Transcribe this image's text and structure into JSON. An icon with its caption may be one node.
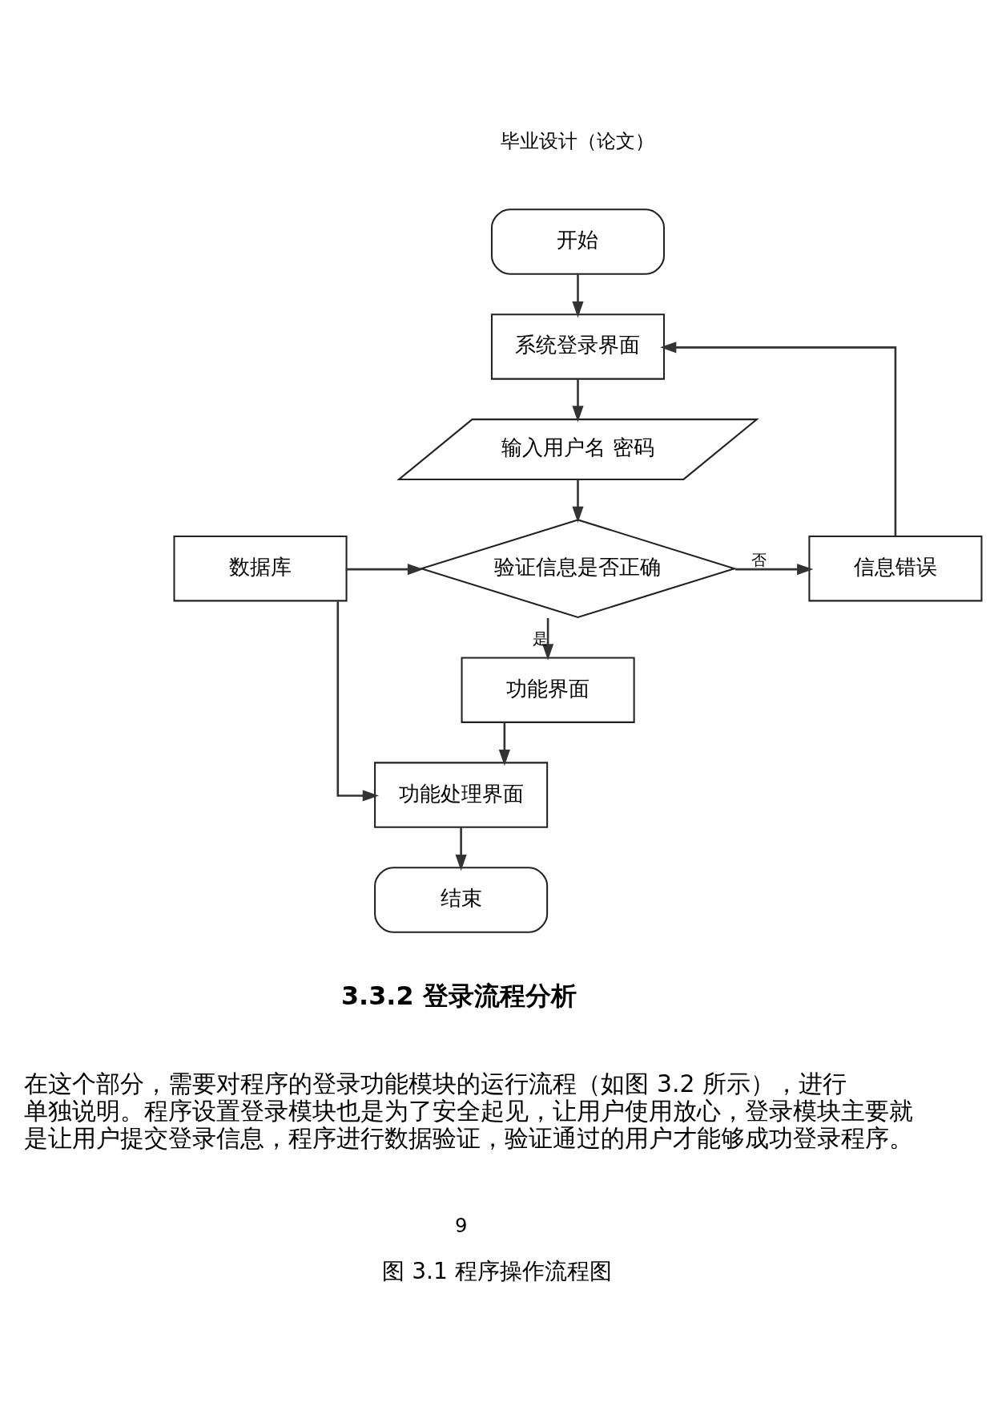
{
  "diagram": {
    "caption": "图 3.1 程序操作流程图",
    "nodes": [
      {
        "text": [
          "开始"
        ]
      },
      {
        "text": [
          "系统登录界面"
        ]
      },
      {
        "text": [
          "输入用户名 密码"
        ]
      },
      {
        "text": [
          "数据库"
        ]
      },
      {
        "text": [
          "验证信息是否正确"
        ]
      },
      {
        "text": [
          "信息错误"
        ]
      },
      {
        "text": [
          "功能界面"
        ]
      },
      {
        "text": [
          "功能处理界面"
        ]
      },
      {
        "text": [
          "结束"
        ]
      }
    ],
    "edges": [
      {
        "from": 0,
        "to": 1,
        "arrow": "to"
      },
      {
        "from": 1,
        "to": 2,
        "arrow": "to"
      },
      {
        "from": 2,
        "to": 4,
        "arrow": "to"
      },
      {
        "from": 3,
        "to": 4,
        "arrow": "to"
      },
      {
        "from": 4,
        "to": 5,
        "arrow": "to",
        "label": "否"
      },
      {
        "from": 5,
        "to": 1,
        "arrow": "to"
      },
      {
        "from": 4,
        "to": 6,
        "arrow": "to",
        "label": "是"
      },
      {
        "from": 6,
        "to": 7,
        "arrow": "to"
      },
      {
        "from": 3,
        "to": 7,
        "arrow": "to"
      },
      {
        "from": 7,
        "to": 8,
        "arrow": "to"
      }
    ],
    "labels": [
      "毕业设计（论文）",
      "3.3.2 登录流程分析",
      "在这个部分，需要对程序的登录功能模块的运行流程（如图 3.2 所示），进行单独说明。程序设置登录模块也是为了安全起见，让用户使用放心，登录模块主要就是让用户提交登录信息，程序进行数据验证，验证通过的用户才能够成功登录程序。",
      "9"
    ]
  }
}
